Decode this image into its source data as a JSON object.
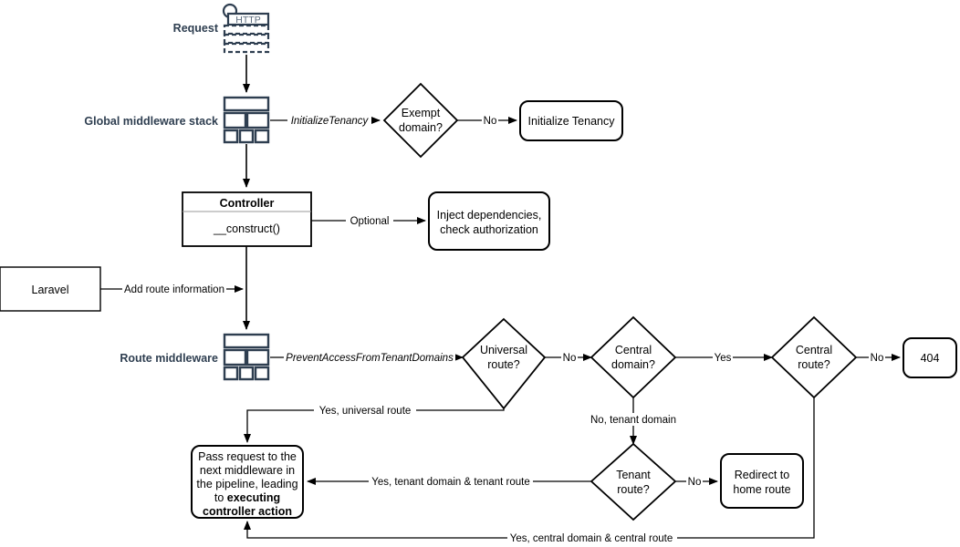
{
  "diagram": {
    "title": "Laravel multi-tenancy request lifecycle flowchart",
    "colors": {
      "stroke": "#000000",
      "icon": "#2E3E50",
      "label": "#2E3E50",
      "background": "#ffffff",
      "divider": "#999999"
    },
    "side_labels": [
      {
        "id": "request",
        "text": "Request"
      },
      {
        "id": "global-middleware-stack",
        "text": "Global middleware stack"
      },
      {
        "id": "route-middleware",
        "text": "Route middleware"
      }
    ],
    "icons": [
      {
        "id": "http-request-icon",
        "label": "HTTP"
      },
      {
        "id": "global-middleware-stack-icon",
        "label": ""
      },
      {
        "id": "route-middleware-stack-icon",
        "label": ""
      }
    ],
    "nodes": [
      {
        "id": "exempt-domain",
        "shape": "diamond",
        "lines": [
          "Exempt",
          "domain?"
        ]
      },
      {
        "id": "initialize-tenancy",
        "shape": "rounded-rect",
        "lines": [
          "Initialize Tenancy"
        ]
      },
      {
        "id": "controller",
        "shape": "class-box",
        "header": "Controller",
        "body": "__construct()"
      },
      {
        "id": "inject-dependencies",
        "shape": "rounded-rect",
        "lines": [
          "Inject dependencies,",
          "check authorization"
        ]
      },
      {
        "id": "laravel",
        "shape": "rect",
        "lines": [
          "Laravel"
        ]
      },
      {
        "id": "universal-route",
        "shape": "diamond",
        "lines": [
          "Universal",
          "route?"
        ]
      },
      {
        "id": "central-domain",
        "shape": "diamond",
        "lines": [
          "Central",
          "domain?"
        ]
      },
      {
        "id": "central-route",
        "shape": "diamond",
        "lines": [
          "Central",
          "route?"
        ]
      },
      {
        "id": "not-found",
        "shape": "rounded-rect",
        "lines": [
          "404"
        ]
      },
      {
        "id": "tenant-route",
        "shape": "diamond",
        "lines": [
          "Tenant",
          "route?"
        ]
      },
      {
        "id": "redirect-home",
        "shape": "rounded-rect",
        "lines": [
          "Redirect to",
          "home route"
        ]
      },
      {
        "id": "pass-request",
        "shape": "rounded-rect",
        "lines": [
          "Pass request to the",
          "next middleware in",
          "the pipeline, leading",
          "to "
        ],
        "bold_lines": [
          "executing",
          "controller action"
        ],
        "line4_prefix": "to ",
        "line4_bold": "executing",
        "line5_bold": "controller action"
      }
    ],
    "edge_labels": [
      {
        "id": "initialize-tenancy-edge",
        "text": "InitializeTenancy",
        "style": "italic"
      },
      {
        "id": "exempt-domain-no",
        "text": "No",
        "style": "normal"
      },
      {
        "id": "controller-optional",
        "text": "Optional",
        "style": "normal"
      },
      {
        "id": "add-route-information",
        "text": "Add route information",
        "style": "normal"
      },
      {
        "id": "prevent-access-edge",
        "text": "PreventAccessFromTenantDomains",
        "style": "italic"
      },
      {
        "id": "universal-route-no",
        "text": "No",
        "style": "normal"
      },
      {
        "id": "central-domain-yes",
        "text": "Yes",
        "style": "normal"
      },
      {
        "id": "central-route-no",
        "text": "No",
        "style": "normal"
      },
      {
        "id": "universal-route-yes",
        "text": "Yes, universal route",
        "style": "normal"
      },
      {
        "id": "central-domain-no",
        "text": "No, tenant domain",
        "style": "normal"
      },
      {
        "id": "tenant-route-yes",
        "text": "Yes, tenant domain & tenant route",
        "style": "normal"
      },
      {
        "id": "tenant-route-no",
        "text": "No",
        "style": "normal"
      },
      {
        "id": "central-route-yes",
        "text": "Yes, central domain & central route",
        "style": "normal"
      }
    ]
  }
}
